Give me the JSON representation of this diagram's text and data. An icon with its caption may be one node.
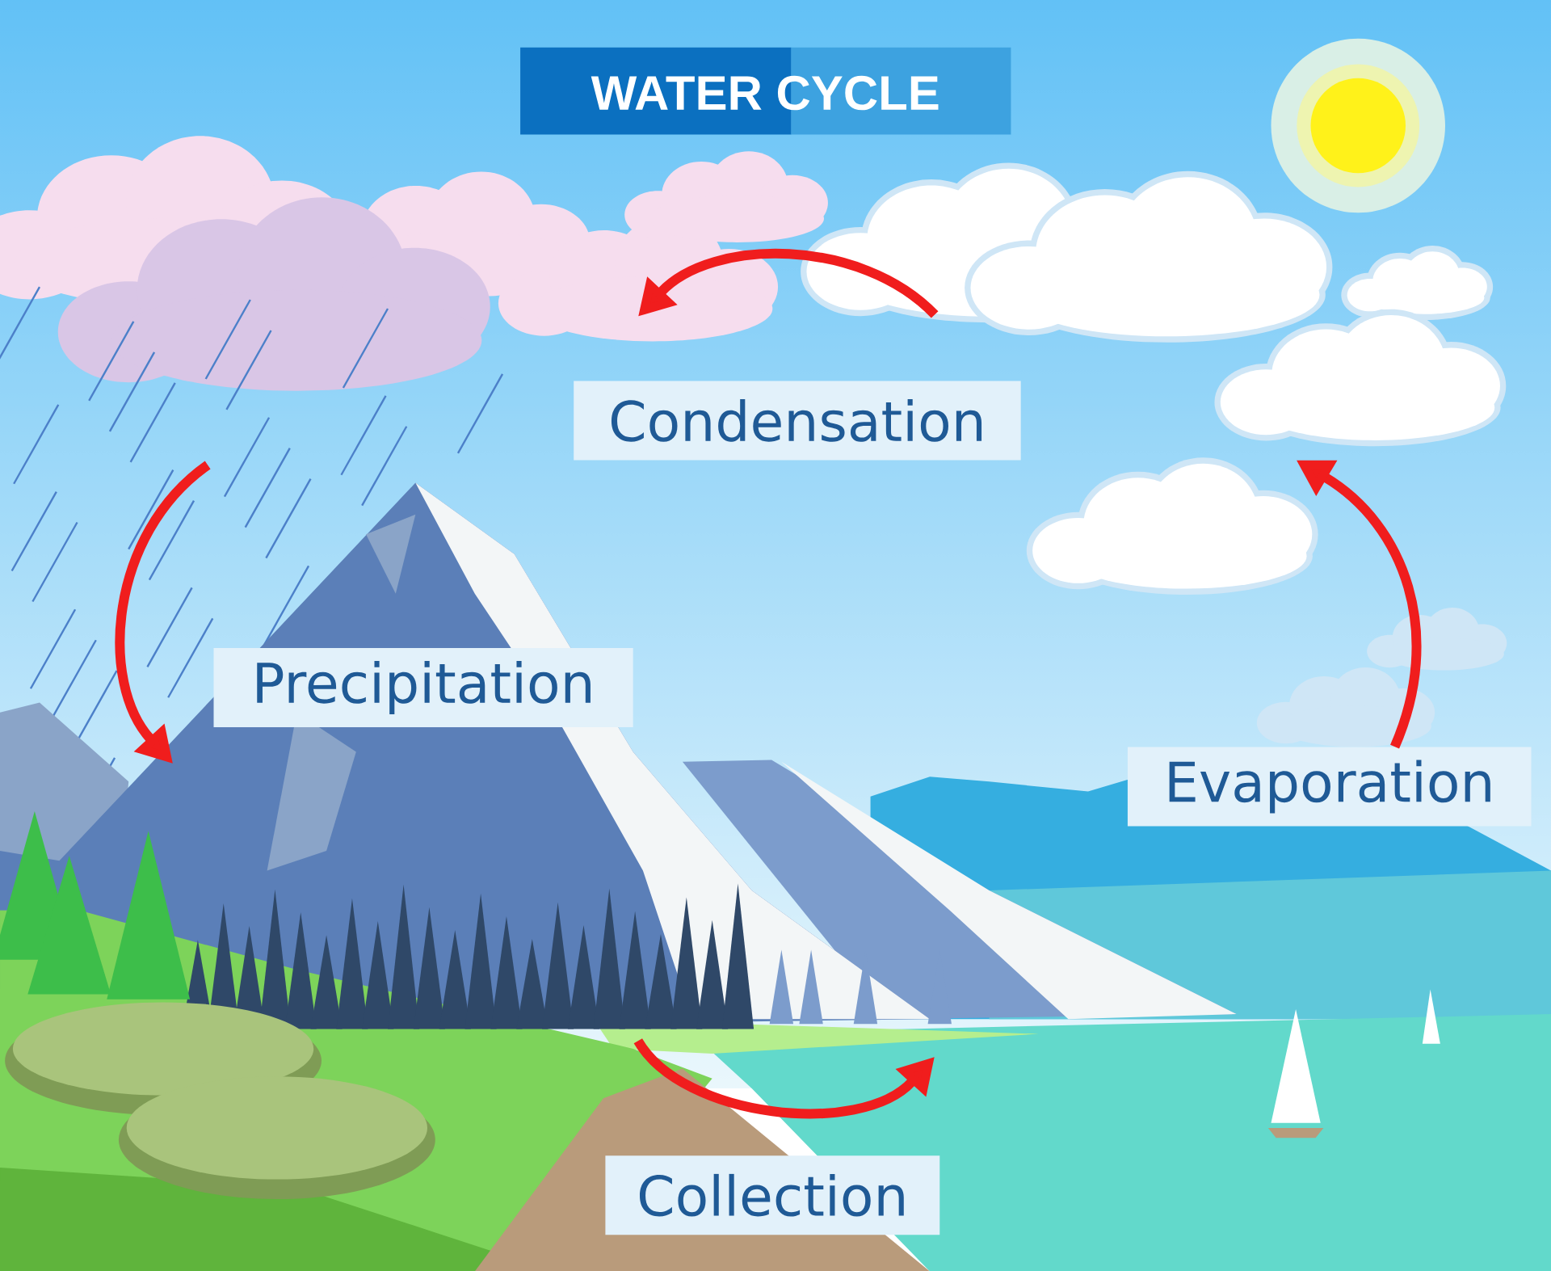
{
  "diagram": {
    "title": "WATER CYCLE",
    "nodes": [
      {
        "text": [
          "Condensation"
        ]
      },
      {
        "text": [
          "Precipitation"
        ]
      },
      {
        "text": [
          "Evaporation"
        ]
      },
      {
        "text": [
          "Collection"
        ]
      }
    ],
    "edges": [
      {
        "from": 2,
        "to": 0,
        "arrow": "to"
      }
    ]
  }
}
